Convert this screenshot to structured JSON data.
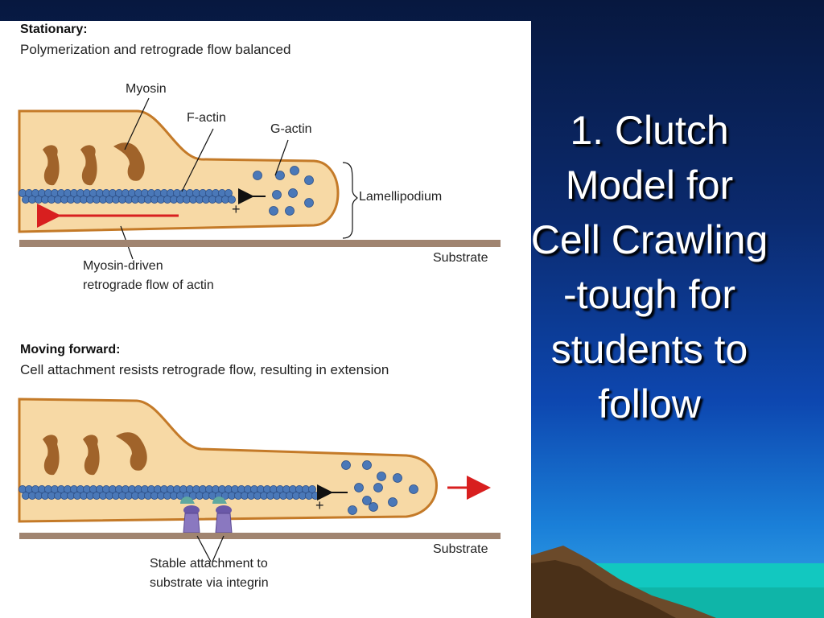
{
  "slide_title_lines": [
    "1. Clutch",
    "Model for",
    "Cell Crawling",
    "-tough for",
    "students to",
    "follow"
  ],
  "stationary": {
    "heading": "Stationary:",
    "subtitle": "Polymerization and retrograde flow balanced",
    "labels": {
      "myosin": "Myosin",
      "f_actin": "F-actin",
      "g_actin": "G-actin",
      "lamellipodium": "Lamellipodium",
      "plus": "+",
      "substrate": "Substrate",
      "retro_line1": "Myosin-driven",
      "retro_line2": "retrograde flow of actin"
    }
  },
  "moving": {
    "heading": "Moving forward:",
    "subtitle": "Cell attachment resists retrograde flow, resulting in extension",
    "labels": {
      "plus": "+",
      "substrate": "Substrate",
      "attach_line1": "Stable attachment to",
      "attach_line2": "substrate via integrin"
    }
  },
  "colors": {
    "cell_fill": "#f7d9a5",
    "cell_outline": "#c47a28",
    "actin": "#4a78b8",
    "myosin": "#a0632a",
    "integrin": "#8a78c0",
    "retro_arrow": "#d81f1f",
    "substrate": "#a08470"
  }
}
